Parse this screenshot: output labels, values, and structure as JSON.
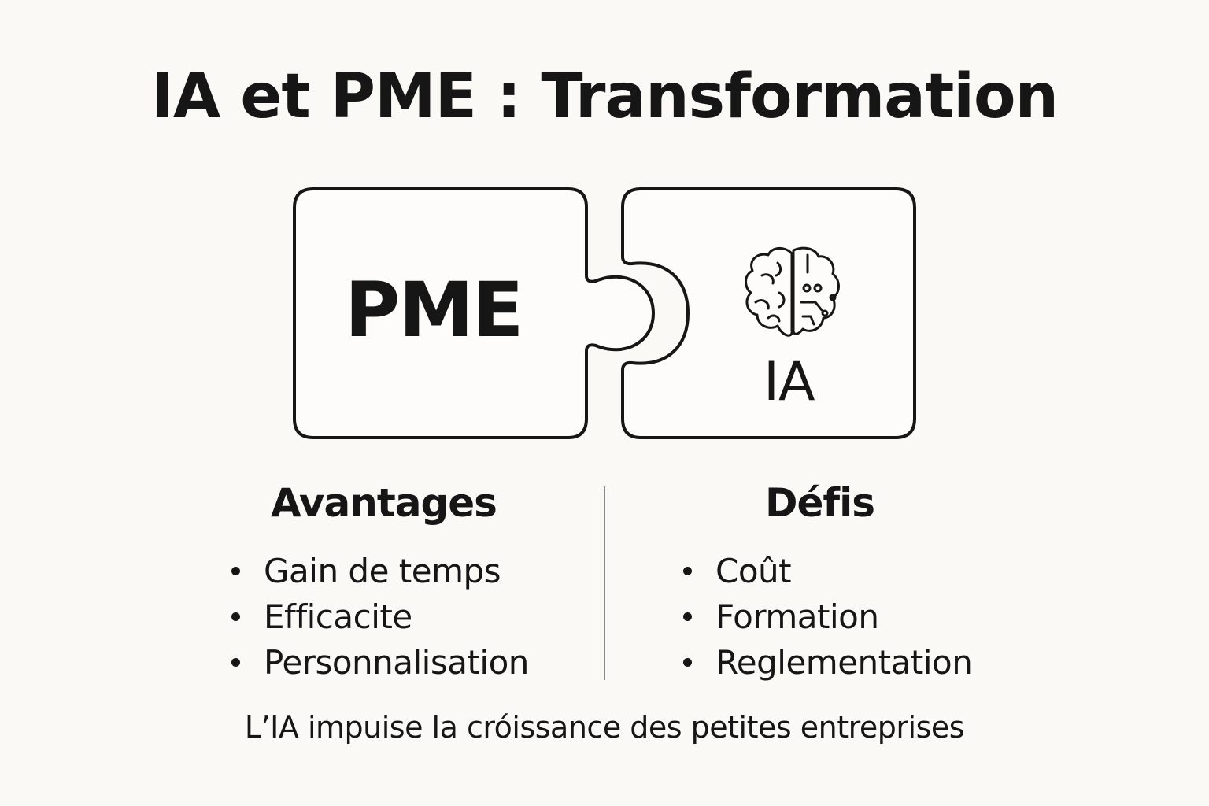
{
  "title": "IA et PME : Transformation",
  "puzzle": {
    "left_piece_label": "PME",
    "right_piece_label": "IA",
    "right_piece_icon": "brain-circuit-icon"
  },
  "columns": {
    "advantages": {
      "heading": "Avantages",
      "items": [
        "Gain de temps",
        "Efficacite",
        "Personnalisation"
      ]
    },
    "challenges": {
      "heading": "Défis",
      "items": [
        "Coût",
        "Formation",
        "Reglementation"
      ]
    }
  },
  "footer": "L’IA impuise la cróissance des petites entreprises",
  "colors": {
    "background": "#fbf9f5",
    "ink": "#161616",
    "piece_fill": "#fdfcfa",
    "divider": "#8a8a8a"
  }
}
